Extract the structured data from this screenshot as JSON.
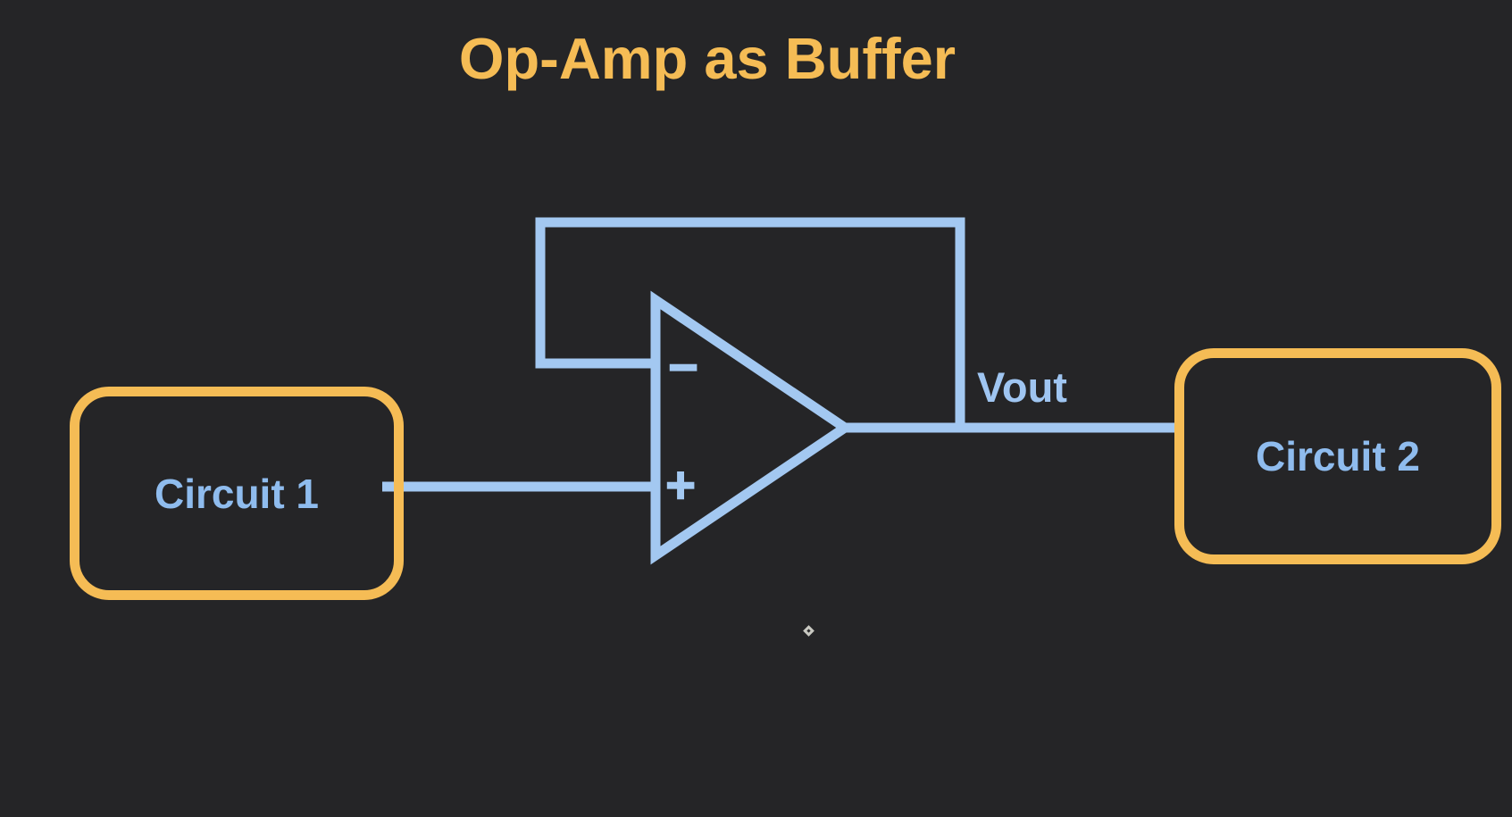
{
  "page": {
    "title": "Op-Amp as Buffer"
  },
  "colors": {
    "background": "#252527",
    "accent_orange": "#F5BC55",
    "wire_blue": "#A3C8F1",
    "block_label_blue": "#8FBCEE",
    "vout_label_blue": "#9FC5F1"
  },
  "diagram": {
    "type": "circuit-block-diagram",
    "blocks": [
      {
        "id": "circuit-1",
        "label": "Circuit 1"
      },
      {
        "id": "circuit-2",
        "label": "Circuit 2"
      }
    ],
    "opamp": {
      "symbol": "triangle",
      "inverting_input_label": "−",
      "noninverting_input_label": "+"
    },
    "labels": {
      "output": "Vout"
    },
    "connections": [
      {
        "from": "Circuit 1",
        "to": "op-amp noninverting input (+)"
      },
      {
        "from": "op-amp output",
        "to": "Circuit 2",
        "label": "Vout"
      },
      {
        "from": "op-amp output",
        "to": "op-amp inverting input (−)",
        "kind": "feedback"
      }
    ]
  }
}
